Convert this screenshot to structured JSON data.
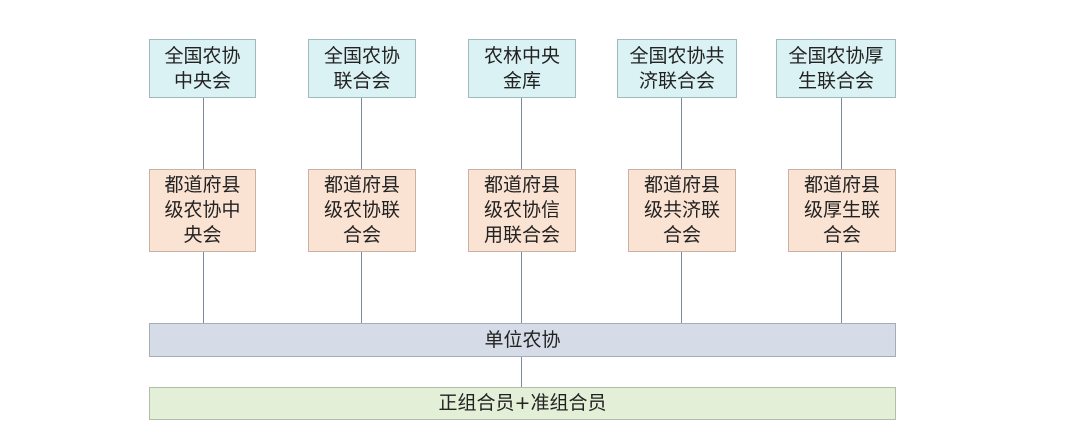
{
  "national": [
    {
      "label": "全国农协\n中央会"
    },
    {
      "label": "全国农协\n联合会"
    },
    {
      "label": "农林中央\n金库"
    },
    {
      "label": "全国农协共\n济联合会"
    },
    {
      "label": "全国农协厚\n生联合会"
    }
  ],
  "prefectural": [
    {
      "label": "都道府县\n级农协中\n央会"
    },
    {
      "label": "都道府县\n级农协联\n合会"
    },
    {
      "label": "都道府县\n级农协信\n用联合会"
    },
    {
      "label": "都道府县\n级共济联\n合会"
    },
    {
      "label": "都道府县\n级厚生联\n合会"
    }
  ],
  "unit": {
    "label": "单位农协"
  },
  "members": {
    "label": "正组合员+准组合员"
  }
}
